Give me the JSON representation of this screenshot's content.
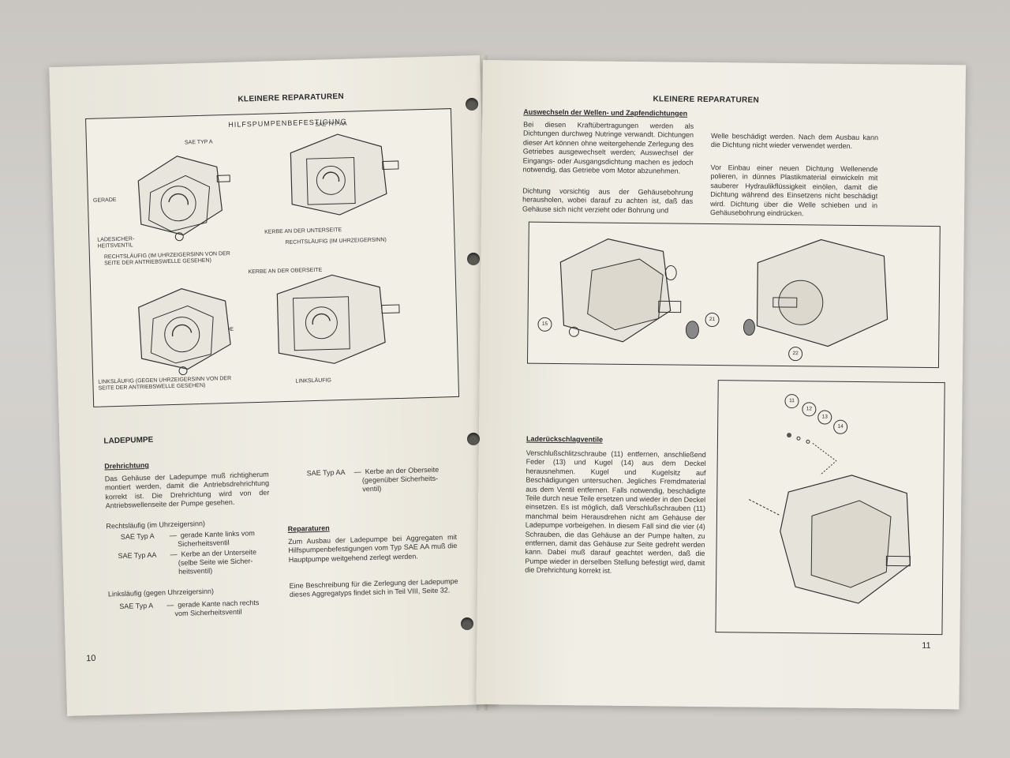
{
  "left_page": {
    "header": "KLEINERE REPARATUREN",
    "page_number": "10",
    "figure": {
      "title": "HILFSPUMPENBEFESTIGUNG",
      "labels": {
        "sae_typ_a": "SAE TYP A",
        "sae_typ_aa": "SAE TYP AA",
        "gerade_1": "GERADE",
        "ladesicher": "LADESICHER-\nHEITSVENTIL",
        "kerbe_unterseite": "KERBE AN DER UNTERSEITE",
        "rechts_1": "RECHTSLÄUFIG (IM UHRZEIGERSINN VON DER\nSEITE DER ANTRIEBSWELLE GESEHEN)",
        "rechts_2": "RECHTSLÄUFIG (IM UHRZEIGERSINN)",
        "kerbe_oberseite": "KERBE AN DER OBERSEITE",
        "gerade_2": "GERADE",
        "links_1": "LINKSLÄUFIG (GEGEN UHRZEIGERSINN VON DER\nSEITE DER ANTRIEBSWELLE GESEHEN)",
        "links_2": "LINKSLÄUFIG"
      }
    },
    "section_title": "LADEPUMPE",
    "drehrichtung": {
      "heading": "Drehrichtung",
      "text": "Das Gehäuse der Ladepumpe muß richtigherum montiert werden, damit die Antriebsdrehrichtung korrekt ist. Die Drehrichtung wird von der Antriebswellenseite der Pumpe gesehen.",
      "rechts_heading": "Rechtsläufig (im Uhrzeigersinn)",
      "rechts_a_key": "SAE Typ A",
      "rechts_a_val": "—  gerade Kante links vom\n    Sicherheitsventil",
      "rechts_aa_key": "SAE Typ AA",
      "rechts_aa_val": "—  Kerbe an der Unterseite\n    (selbe Seite wie Sicher-\n    heitsventil)",
      "links_heading": "Linksläufig (gegen Uhrzeigersinn)",
      "links_a_key": "SAE Typ A",
      "links_a_val": "—  gerade Kante nach rechts\n    vom Sicherheitsventil",
      "links_aa_key": "SAE Typ AA",
      "links_aa_val": "—  Kerbe an der Oberseite\n    (gegenüber Sicherheits-\n    ventil)"
    },
    "reparaturen": {
      "heading": "Reparaturen",
      "p1": "Zum Ausbau der Ladepumpe bei Aggregaten mit Hilfspumpenbefestigungen vom Typ SAE AA muß die Hauptpumpe weitgehend zerlegt werden.",
      "p2": "Eine Beschreibung für die Zerlegung der Ladepumpe dieses Aggregatyps findet sich in Teil VIII, Seite 32."
    }
  },
  "right_page": {
    "header": "KLEINERE REPARATUREN",
    "page_number": "11",
    "wellen": {
      "heading": "Auswechseln der Wellen- und Zapfendichtungen",
      "p1": "Bei diesen Kraftübertragungen werden als Dichtungen durchweg Nutringe verwandt. Dichtungen dieser Art können ohne weitergehende Zerlegung des Getriebes ausgewechselt werden; Auswechsel der Eingangs- oder Ausgangsdichtung machen es jedoch notwendig, das Getriebe vom Motor abzunehmen.",
      "p2": "Dichtung vorsichtig aus der Gehäusebohrung herausholen, wobei darauf zu achten ist, daß das Gehäuse sich nicht verzieht oder Bohrung und",
      "p3": "Welle beschädigt werden. Nach dem Ausbau kann die Dichtung nicht wieder verwendet werden.",
      "p4": "Vor Einbau einer neuen Dichtung Wellenende polieren, in dünnes Plastikmaterial einwickeln mit sauberer Hydraulikflüssigkeit einölen, damit die Dichtung während des Einsetzens nicht beschädigt wird. Dichtung über die Welle schieben und in Gehäusebohrung eindrücken."
    },
    "figure1_callouts": [
      "15",
      "21",
      "22"
    ],
    "figure2_callouts": [
      "11",
      "12",
      "13",
      "14"
    ],
    "lader": {
      "heading": "Laderückschlagventile",
      "text": "Verschlußschlitzschraube (11) entfernen, anschließend Feder (13) und Kugel (14) aus dem Deckel herausnehmen. Kugel und Kugelsitz auf Beschädigungen untersuchen. Jegliches Fremdmaterial aus dem Ventil entfernen. Falls notwendig, beschädigte Teile durch neue Teile ersetzen und wieder in den Deckel einsetzen. Es ist möglich, daß Verschlußschrauben (11) manchmal beim Herausdrehen nicht am Gehäuse der Ladepumpe vorbeigehen. In diesem Fall sind die vier (4) Schrauben, die das Gehäuse an der Pumpe halten, zu entfernen, damit das Gehäuse zur Seite gedreht werden kann. Dabei muß darauf geachtet werden, daß die Pumpe wieder in derselben Stellung befestigt wird, damit die Drehrichtung korrekt ist."
    }
  }
}
